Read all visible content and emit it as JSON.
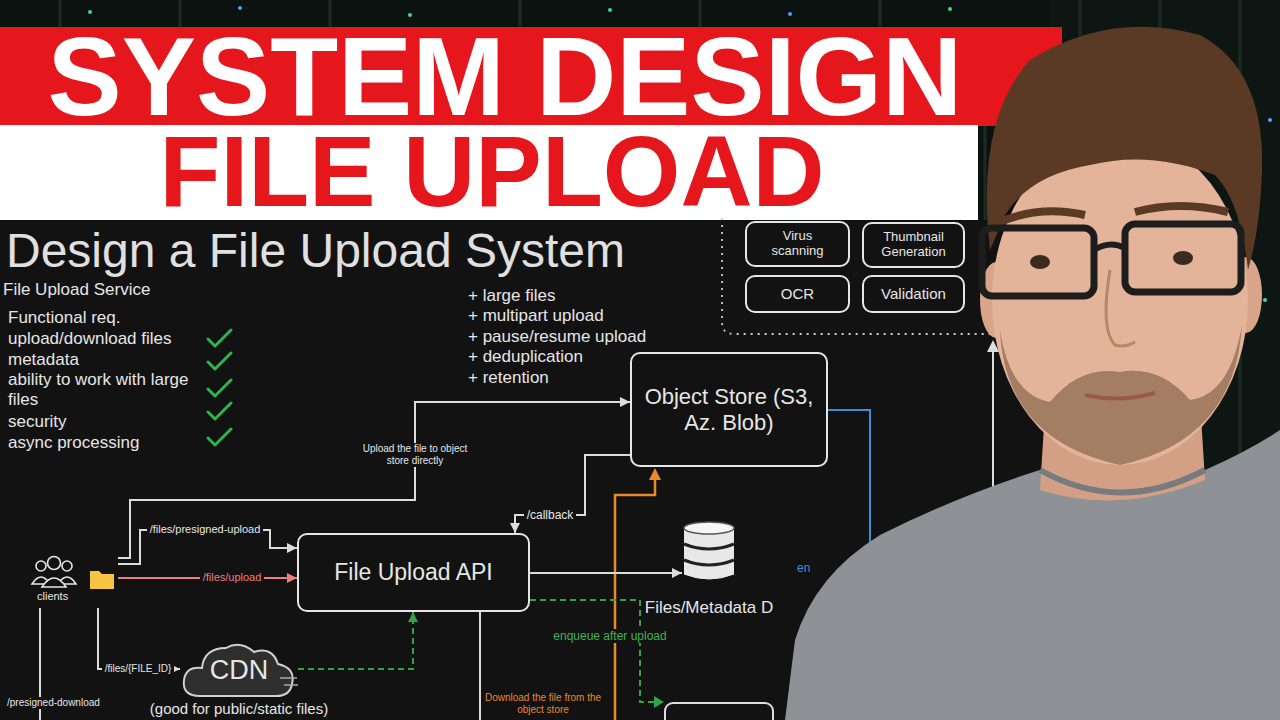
{
  "diagram": {
    "title": "Design a File Upload System",
    "nodes": [
      {
        "text": [
          "Virus scanning"
        ]
      },
      {
        "text": [
          "Thumbnail Generation"
        ]
      },
      {
        "text": [
          "OCR"
        ]
      },
      {
        "text": [
          "Validation"
        ]
      },
      {
        "text": [
          "Object Store (S3, Az. Blob)"
        ]
      },
      {
        "text": [
          "File Upload API"
        ]
      },
      {
        "text": [
          "Files/Metadata D"
        ]
      },
      {
        "text": [
          "clients"
        ]
      },
      {
        "text": [
          "CDN",
          "(good for public/static files)"
        ]
      }
    ],
    "edges": [
      {
        "from": 7,
        "to": 4,
        "arrow": "to",
        "label": "Upload the file to object store directly"
      },
      {
        "from": 7,
        "to": 5,
        "arrow": "to",
        "label": "/files/presigned-upload"
      },
      {
        "from": 7,
        "to": 5,
        "arrow": "to",
        "label": "/files/upload"
      },
      {
        "from": 7,
        "to": 8,
        "arrow": "to",
        "label": "/files/{FILE_ID}"
      },
      {
        "from": 8,
        "to": 5,
        "arrow": "to"
      },
      {
        "from": 4,
        "to": 5,
        "arrow": "to",
        "label": "/callback"
      },
      {
        "from": 5,
        "to": 6,
        "arrow": "to"
      }
    ],
    "labels": [
      "SYSTEM DESIGN",
      "FILE UPLOAD",
      "File Upload Service",
      "Functional req.",
      "upload/download files",
      "metadata",
      "ability to work with large files",
      "security",
      "async processing",
      "+ large files",
      "+ multipart upload",
      "+ pause/resume upload",
      "+ deduplication",
      "+ retention",
      "enqueue after upload",
      "Download the file from the object store",
      "/presigned-download",
      "en"
    ]
  }
}
